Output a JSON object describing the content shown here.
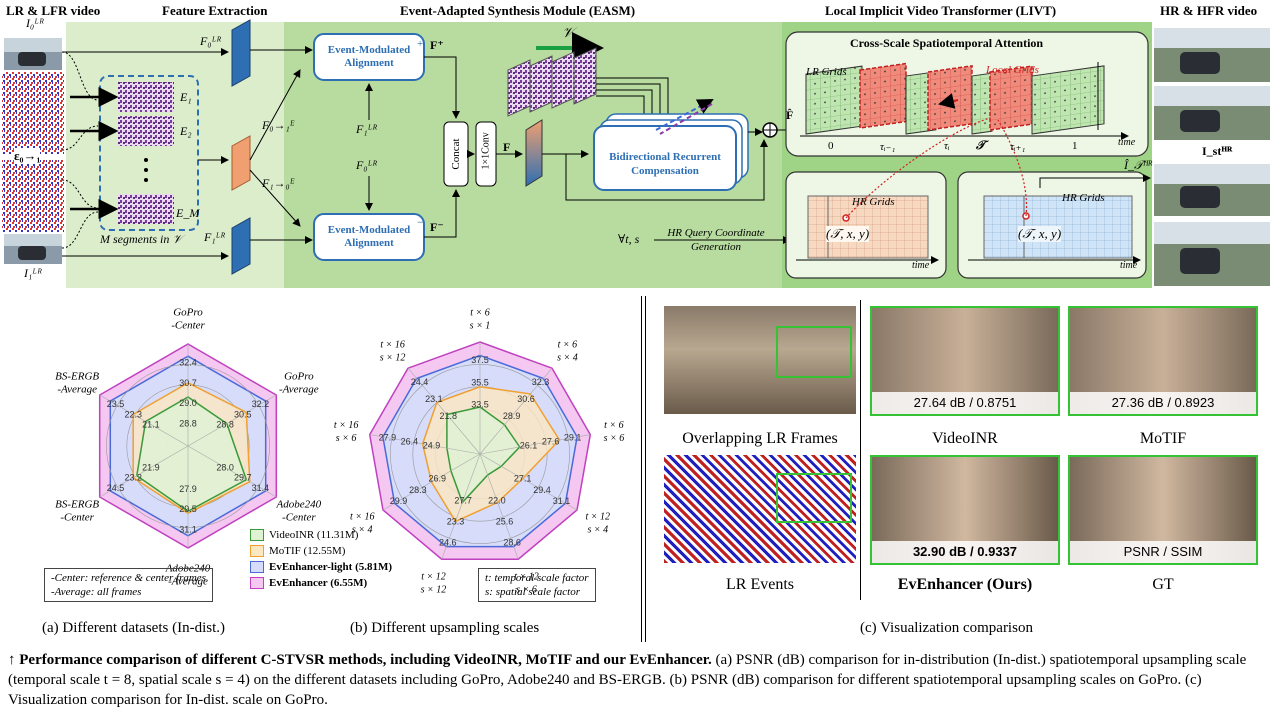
{
  "figure": {
    "headers": {
      "input_video": "LR & LFR video",
      "feature_extraction": "Feature Extraction",
      "easm": "Event-Adapted Synthesis Module (EASM)",
      "livt": "Local Implicit Video Transformer (LIVT)",
      "output_video": "HR & HFR video"
    },
    "labels": {
      "i0": "I₀ᴸᴿ",
      "i1": "I₁ᴸᴿ",
      "events": "ε₀→₁",
      "segments": "M segments in 𝒱",
      "e1": "E₁",
      "e2": "E₂",
      "em": "E_M",
      "f0": "F₀ᴸᴿ",
      "f1": "F₁ᴸᴿ",
      "f0e01": "F₀→₁ᴱ",
      "f0e10": "F₁→₀ᴱ",
      "ema_top": "Event-Modulated Alignment",
      "ema_bottom": "Event-Modulated Alignment",
      "fplus": "F⁺",
      "fminus": "F⁻",
      "f1lr_mid": "F₁ᴸᴿ",
      "f0lr_mid": "F₀ᴸᴿ",
      "concat": "Concat",
      "conv": "1×1Conv",
      "fbold": "F",
      "v_script": "𝒱",
      "brc": "Bidirectional Recurrent Compensation",
      "fhat": "F̂",
      "forall": "∀t, s",
      "hrq": "HR Query Coordinate Generation",
      "csa": "Cross-Scale Spatiotemporal Attention",
      "lr_grids": "LR Grids",
      "local_grids": "Local Grids",
      "hr_grids_1": "HR Grids",
      "hr_grids_2": "HR Grids",
      "time": "time",
      "ihat": "Î_𝒯ᴴᴿ",
      "ist": "I_stᴴᴿ",
      "txy": "(𝒯, x, y)"
    },
    "axis_ticks": [
      "0",
      "τᵢ₋₁",
      "τᵢ",
      "𝒯",
      "τᵢ₊₁",
      "1"
    ]
  },
  "radar_a": {
    "axes": [
      "GoPro -Center",
      "GoPro -Average",
      "Adobe240 -Center",
      "Adobe240 -Average",
      "BS-ERGB -Center",
      "BS-ERGB -Average"
    ],
    "ring_labels": [
      [
        "32.4",
        "30.7",
        "29.0",
        "28.8",
        "21.1"
      ],
      [
        "32.2",
        "30.5",
        "28.8"
      ],
      [
        "31.4",
        "29.7",
        "28.0"
      ],
      [
        "31.1",
        "29.5",
        "27.9"
      ],
      [
        "24.5",
        "23.2",
        "21.9"
      ],
      [
        "23.5",
        "22.3",
        "21.1"
      ]
    ],
    "caption": "(a) Different datasets (In-dist.)",
    "note_lines": [
      "-Center: reference & center frames",
      "-Average: all frames"
    ]
  },
  "radar_b": {
    "axes": [
      "t × 6 s × 1",
      "t × 6 s × 4",
      "t × 6 s × 6",
      "t × 12 s × 4",
      "t × 12 s × 6",
      "t × 12 s × 12",
      "t × 16 s × 4",
      "t × 16 s × 6",
      "t × 16 s × 12"
    ],
    "ring_labels": [
      "37.5",
      "35.5",
      "33.5",
      "32.3",
      "30.6",
      "28.9",
      "27.6",
      "26.1",
      "29.1",
      "31.1",
      "29.4",
      "27.1",
      "28.6",
      "25.6",
      "24.6",
      "23.3",
      "22.0",
      "29.9",
      "28.3",
      "26.9",
      "27.9",
      "26.4",
      "24.9",
      "24.4",
      "23.1",
      "21.8",
      "27.7"
    ],
    "caption": "(b) Different upsampling scales",
    "note_lines": [
      "t: temporal scale factor",
      "s: spatial scale factor"
    ]
  },
  "legend": [
    {
      "name": "VideoINR (11.31M)",
      "color": "#3a9a3a"
    },
    {
      "name": "MoTIF (12.55M)",
      "color": "#f0a030"
    },
    {
      "name": "EvEnhancer-light (5.81M)",
      "color": "#4a6ad8"
    },
    {
      "name": "EvEnhancer (6.55M)",
      "color": "#c040c0"
    }
  ],
  "visual": {
    "left_labels": [
      "Overlapping LR Frames",
      "LR Events"
    ],
    "methods": [
      {
        "name": "VideoINR",
        "score": "27.64 dB / 0.8751"
      },
      {
        "name": "MoTIF",
        "score": "27.36 dB / 0.8923"
      },
      {
        "name": "EvEnhancer (Ours)",
        "score": "32.90 dB / 0.9337"
      },
      {
        "name": "GT",
        "score": "PSNR / SSIM"
      }
    ],
    "caption": "(c) Visualization comparison"
  },
  "caption": {
    "bold": "↑ Performance comparison of different C-STVSR methods, including VideoINR, MoTIF and our EvEnhancer.",
    "rest": " (a) PSNR (dB) comparison for in-distribution (In-dist.) spatiotemporal upsampling scale (temporal scale t = 8, spatial scale s = 4) on the different datasets including GoPro, Adobe240 and BS-ERGB. (b) PSNR (dB) comparison for different spatiotemporal upsampling scales on GoPro. (c) Visualization comparison for In-dist. scale on GoPro."
  },
  "colors": {
    "easm_bg": "#b8dca0",
    "livt_bg": "#a8d88c",
    "feat_bg": "#d8ecc8",
    "accent_blue": "#2e6fb4",
    "highlight_green": "#35c235"
  }
}
